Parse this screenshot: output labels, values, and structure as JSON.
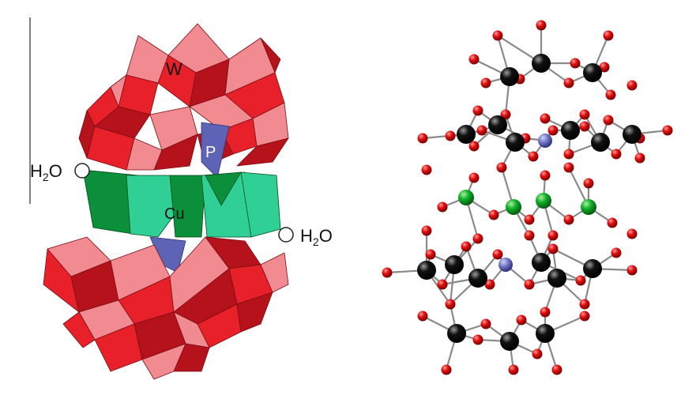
{
  "labels": {
    "w": "W",
    "p": "P",
    "cu": "Cu",
    "h2o_left": {
      "pre": "H",
      "sub": "2",
      "post": "O"
    },
    "h2o_right": {
      "pre": "H",
      "sub": "2",
      "post": "O"
    }
  },
  "colors": {
    "tungsten_polyhedra_light": "#f28a92",
    "tungsten_polyhedra_mid": "#e8202a",
    "tungsten_polyhedra_dark": "#b5121b",
    "copper_polyhedra_light": "#2fcf96",
    "copper_polyhedra_dark": "#0c8f3a",
    "phosphate_tetrahedra": "#5e63b5",
    "oxygen_atom": "#e01010",
    "tungsten_atom": "#000000",
    "copper_atom": "#12b12a",
    "phosphorus_atom": "#6f74c2",
    "bond": "#8a8a8a"
  }
}
